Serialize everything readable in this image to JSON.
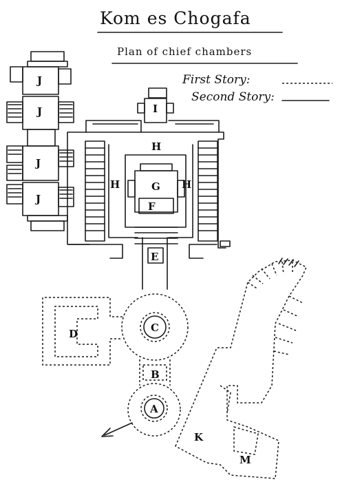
{
  "title": "Kom es Chogafa",
  "subtitle": "Plan of chief chambers",
  "legend": {
    "first_story": "First Story:",
    "second_story": "Second Story:"
  },
  "rooms": {
    "A": "A",
    "B": "B",
    "C": "C",
    "D": "D",
    "E": "E",
    "F": "F",
    "G": "G",
    "H": "H",
    "I": "I",
    "J": "J",
    "K": "K",
    "M": "M"
  }
}
